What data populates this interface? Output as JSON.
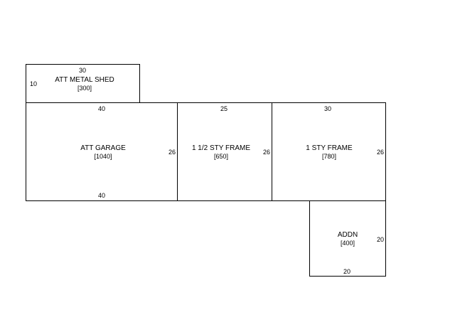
{
  "sections": {
    "shed": {
      "name": "ATT METAL SHED",
      "area": "[300]",
      "top_dim": "30",
      "left_dim": "10"
    },
    "garage": {
      "name": "ATT GARAGE",
      "area": "[1040]",
      "top_dim": "40",
      "right_dim": "26",
      "bottom_dim": "40"
    },
    "half": {
      "name": "1 1/2 STY FRAME",
      "area": "[650]",
      "top_dim": "25",
      "right_dim": "26"
    },
    "one": {
      "name": "1 STY FRAME",
      "area": "[780]",
      "top_dim": "30",
      "right_dim": "26"
    },
    "addn": {
      "name": "ADDN",
      "area": "[400]",
      "right_dim": "20",
      "bottom_dim": "20"
    }
  },
  "colors": {
    "line": "#000000",
    "background": "#ffffff"
  }
}
